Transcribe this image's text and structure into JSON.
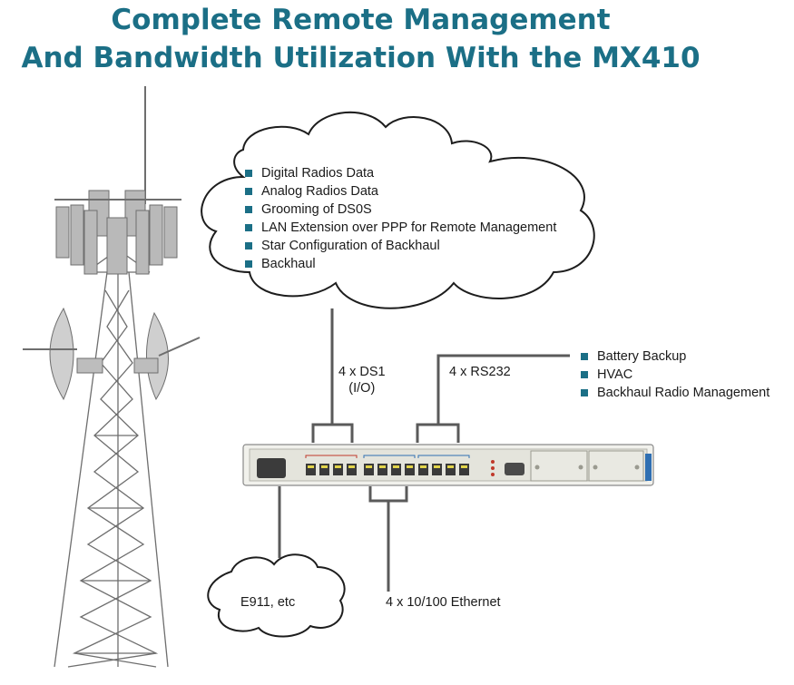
{
  "title": {
    "line1": "Complete Remote Management",
    "line2": "And Bandwidth Utilization With the MX410"
  },
  "cloud_items": [
    "Digital Radios Data",
    "Analog Radios Data",
    "Grooming of DS0S",
    "LAN Extension over PPP for Remote Management",
    "Star Configuration of Backhaul",
    "Backhaul"
  ],
  "side_items": [
    "Battery Backup",
    "HVAC",
    "Backhaul Radio Management"
  ],
  "labels": {
    "ds1_line1": "4 x DS1",
    "ds1_line2": "(I/O)",
    "rs232": "4 x RS232",
    "ethernet": "4 x 10/100 Ethernet",
    "e911": "E911, etc"
  },
  "device_model": "MX410",
  "colors": {
    "accent": "#1b6f86",
    "line": "#5a5a5a"
  }
}
